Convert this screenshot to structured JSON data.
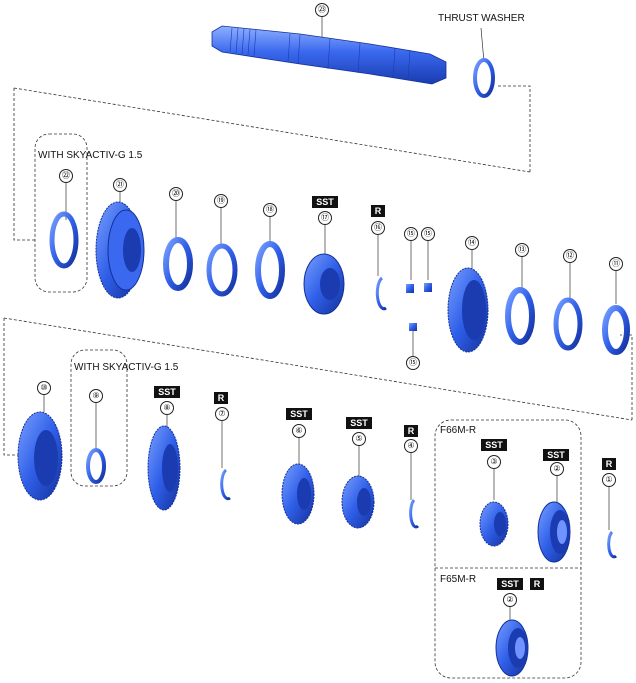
{
  "notes": {
    "thrust_washer": "THRUST WASHER",
    "skyactiv_top": "WITH SKYACTIV-G 1.5",
    "skyactiv_mid": "WITH SKYACTIV-G 1.5",
    "f66m": "F66M-R",
    "f65m": "F65M-R"
  },
  "callouts": {
    "c1": "①",
    "c2a": "②",
    "c2b": "②",
    "c3": "③",
    "c4": "④",
    "c5": "⑤",
    "c6": "⑥",
    "c7": "⑦",
    "c8": "⑧",
    "c9": "⑨",
    "c10": "⑩",
    "c11": "⑪",
    "c12": "⑫",
    "c13": "⑬",
    "c14": "⑭",
    "c15a": "⑮",
    "c15b": "⑮",
    "c15c": "⑮",
    "c16": "⑯",
    "c17": "⑰",
    "c18": "⑱",
    "c19": "⑲",
    "c20": "⑳",
    "c21": "㉑",
    "c22": "㉒",
    "c23": "㉓"
  },
  "tags": {
    "sst": "SST",
    "r": "R"
  },
  "colors": {
    "part": "#2f5fe8",
    "part_dark": "#1a3cb0",
    "part_light": "#6f94ff",
    "line": "#333333"
  }
}
